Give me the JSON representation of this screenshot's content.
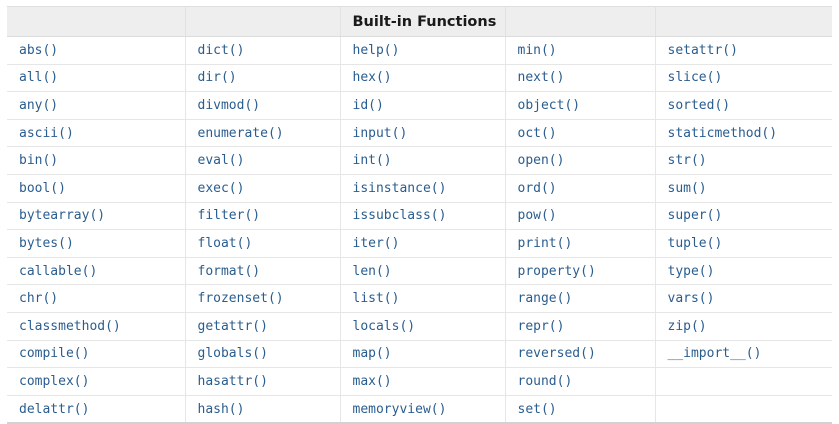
{
  "table": {
    "title": "Built-in Functions",
    "title_column_index": 2,
    "accent_text_color": "#2a5d8f",
    "header_bg_color": "#eeeeee",
    "border_color": "#e6e6e6",
    "columns": 5,
    "header": [
      "",
      "",
      "Built-in Functions",
      "",
      ""
    ],
    "rows": [
      [
        "abs()",
        "dict()",
        "help()",
        "min()",
        "setattr()"
      ],
      [
        "all()",
        "dir()",
        "hex()",
        "next()",
        "slice()"
      ],
      [
        "any()",
        "divmod()",
        "id()",
        "object()",
        "sorted()"
      ],
      [
        "ascii()",
        "enumerate()",
        "input()",
        "oct()",
        "staticmethod()"
      ],
      [
        "bin()",
        "eval()",
        "int()",
        "open()",
        "str()"
      ],
      [
        "bool()",
        "exec()",
        "isinstance()",
        "ord()",
        "sum()"
      ],
      [
        "bytearray()",
        "filter()",
        "issubclass()",
        "pow()",
        "super()"
      ],
      [
        "bytes()",
        "float()",
        "iter()",
        "print()",
        "tuple()"
      ],
      [
        "callable()",
        "format()",
        "len()",
        "property()",
        "type()"
      ],
      [
        "chr()",
        "frozenset()",
        "list()",
        "range()",
        "vars()"
      ],
      [
        "classmethod()",
        "getattr()",
        "locals()",
        "repr()",
        "zip()"
      ],
      [
        "compile()",
        "globals()",
        "map()",
        "reversed()",
        "__import__()"
      ],
      [
        "complex()",
        "hasattr()",
        "max()",
        "round()",
        ""
      ],
      [
        "delattr()",
        "hash()",
        "memoryview()",
        "set()",
        ""
      ]
    ]
  }
}
